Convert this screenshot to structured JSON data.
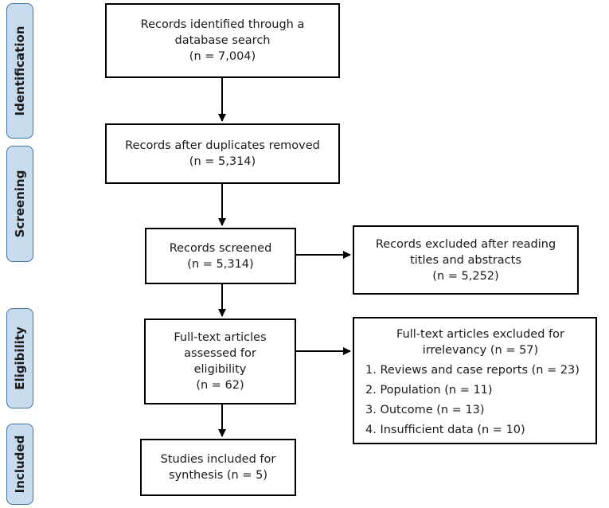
{
  "stages": {
    "identification": "Identification",
    "screening": "Screening",
    "eligibility": "Eligibility",
    "included": "Included"
  },
  "boxes": {
    "identified": {
      "lines": [
        "Records identified through  a",
        "database search",
        "(n = 7,004)"
      ]
    },
    "after_duplicates": {
      "lines": [
        "Records after duplicates removed",
        "(n = 5,314)"
      ]
    },
    "screened": {
      "lines": [
        "Records screened",
        "(n = 5,314)"
      ]
    },
    "excluded_titles": {
      "lines": [
        "Records excluded after reading",
        "titles and abstracts",
        "(n = 5,252)"
      ]
    },
    "fulltext_assessed": {
      "lines": [
        "Full-text articles",
        "assessed for",
        "eligibility",
        "(n = 62)"
      ]
    },
    "fulltext_excluded": {
      "heading": [
        "Full-text articles excluded for",
        "irrelevancy (n = 57)"
      ],
      "reasons": [
        "1. Reviews and case reports (n = 23)",
        "2. Population (n = 11)",
        "3. Outcome (n = 13)",
        "4. Insufficient data (n = 10)"
      ]
    },
    "included": {
      "lines": [
        "Studies included for",
        "synthesis (n = 5)"
      ]
    }
  }
}
